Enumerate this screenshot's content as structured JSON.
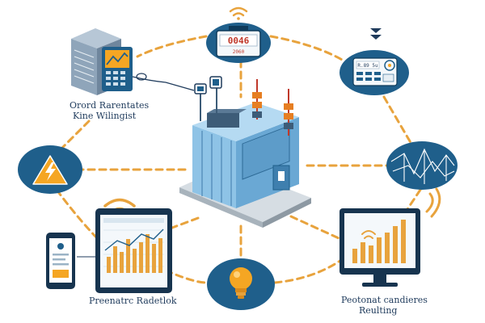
{
  "captions": {
    "top_left_line1": "Orord Rarentates",
    "top_left_line2": "Kine Wilingist",
    "bottom_left": "Preenatrc Radetlok",
    "bottom_right_line1": "Peotonat candieres",
    "bottom_right_line2": "Reulting"
  },
  "meter": {
    "reading": "0046",
    "sub_reading": "2060"
  },
  "panel": {
    "label": "R.89 5u"
  },
  "colors": {
    "node_fill": "#1f5f8b",
    "connector": "#e8a33d",
    "transformer": "#8ec3e6",
    "accent": "#f5a623"
  },
  "icons": [
    "server-icon",
    "meter-icon",
    "control-panel-icon",
    "lightning-icon",
    "grid-icon",
    "tablet-icon",
    "phone-icon",
    "lightbulb-icon",
    "monitor-icon",
    "transformer-icon",
    "wifi-icon"
  ]
}
